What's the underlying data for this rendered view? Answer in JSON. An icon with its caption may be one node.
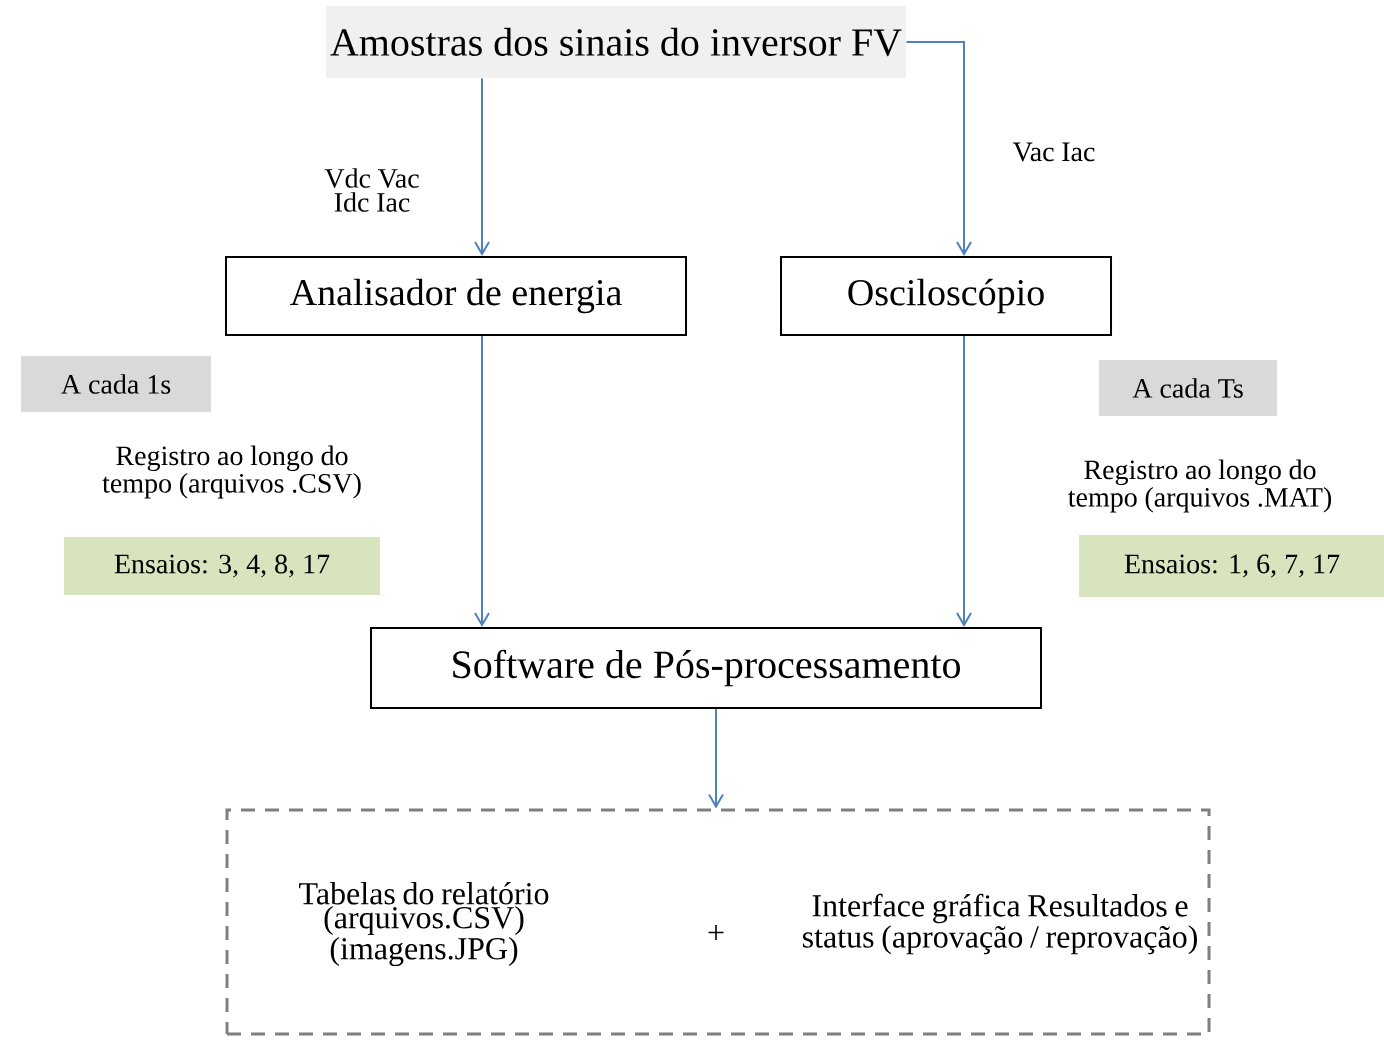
{
  "diagram": {
    "nodes": [
      {
        "text": [
          "Amostras dos sinais do inversor FV"
        ]
      },
      {
        "text": [
          "Analisador de energia"
        ]
      },
      {
        "text": [
          "Osciloscópio"
        ]
      },
      {
        "text": [
          "A cada 1s"
        ]
      },
      {
        "text": [
          "Ensaios: 3, 4, 8, 17"
        ]
      },
      {
        "text": [
          "A cada Ts"
        ]
      },
      {
        "text": [
          "Ensaios: 1, 6, 7, 17"
        ]
      },
      {
        "text": [
          "Software de Pós-processamento"
        ]
      },
      {
        "text": [
          "Tabelas do relatório (arquivos.CSV) (imagens.JPG)",
          "+",
          "Interface gráfica Resultados e status (aprovação / reprovação)"
        ]
      }
    ],
    "edges": [
      {
        "from": 0,
        "to": 1,
        "arrow": "to",
        "label": "Vdc Vac Idc Iac"
      },
      {
        "from": 0,
        "to": 2,
        "arrow": "to",
        "label": "Vac Iac"
      },
      {
        "from": 1,
        "to": 7,
        "arrow": "to"
      },
      {
        "from": 2,
        "to": 7,
        "arrow": "to"
      },
      {
        "from": 7,
        "to": 8,
        "arrow": "to"
      }
    ],
    "labels": [
      "Registro ao longo do tempo (arquivos .CSV)",
      "Registro ao longo do tempo (arquivos .MAT)"
    ]
  }
}
